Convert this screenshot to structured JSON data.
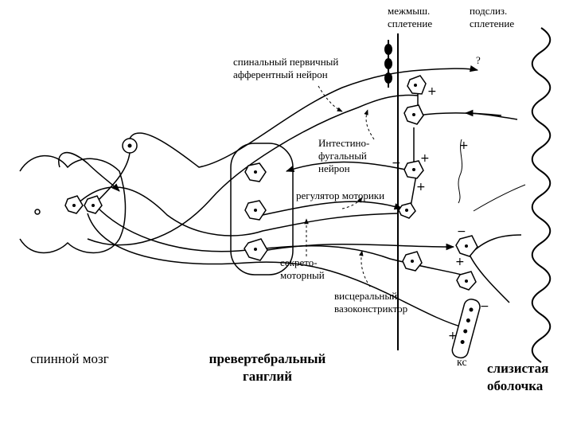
{
  "labels": {
    "myenteric": [
      "межмыш.",
      "сплетение"
    ],
    "submucosal": [
      "подслиз.",
      "сплетение"
    ],
    "question": "?",
    "spinal_afferent": [
      "спинальный первичный",
      "афферентный нейрон"
    ],
    "intestinofugal": [
      "Интестино-",
      "фугальный",
      "нейрон"
    ],
    "motility_regulator": "регулятор моторики",
    "secretomotor": [
      "секрето-",
      "моторный"
    ],
    "visceral_vasoconstrictor": [
      "висцеральный",
      "вазоконстриктор"
    ],
    "spinal_cord": "спинной мозг",
    "prevertebral_ganglion": [
      "превертебральный",
      "ганглий"
    ],
    "ks": "кс",
    "mucosa": [
      "слизистая",
      "оболочка"
    ]
  },
  "signs": {
    "plus": "+",
    "minus": "−"
  }
}
